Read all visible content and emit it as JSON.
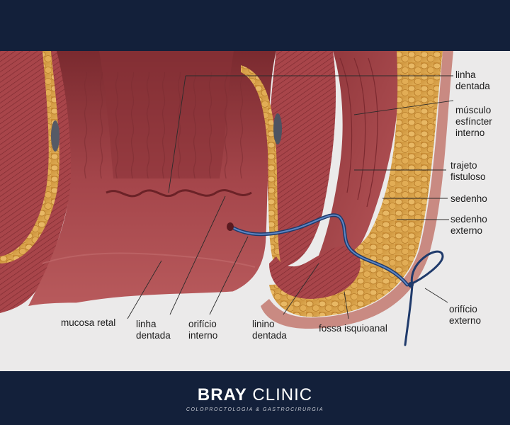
{
  "labels": {
    "linha_dentada_top": "linha\ndentada",
    "musculo_esfincter": "músculo\nesfíncter\ninterno",
    "trajeto_fistuloso": "trajeto\nfistuloso",
    "sedenho": "sedenho",
    "sedenho_externo": "sedenho\nexterno",
    "orificio_externo": "orifício\nexterno",
    "mucosa_retal": "mucosa retal",
    "linha_dentada_bottom": "linha\ndentada",
    "orificio_interno": "orifício\ninterno",
    "linino_dentada": "linino\ndentada",
    "fossa_isquioanal": "fossa isquioanal"
  },
  "brand": {
    "name_bold": "BRAY",
    "name_light": "CLINIC",
    "tagline": "COLOPROCTOLOGIA & GASTROCIRURGIA"
  },
  "colors": {
    "navy": "#13203a",
    "mucosa": "#9b3a3e",
    "muscle": "#a8454a",
    "fat": "#d9a24a",
    "seton": "#2e4f86"
  }
}
